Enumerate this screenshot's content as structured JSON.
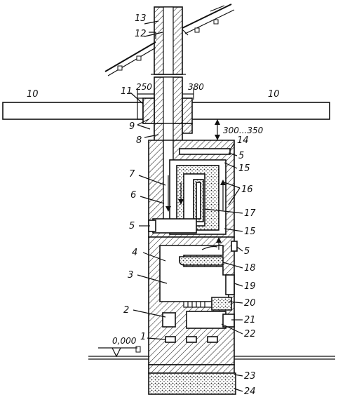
{
  "labels": {
    "l1": "1",
    "l2": "2",
    "l3": "3",
    "l4": "4",
    "l5a": "5",
    "l5b": "5",
    "l5c": "5",
    "l6": "6",
    "l7": "7",
    "l8": "8",
    "l9": "9",
    "l10a": "10",
    "l10b": "10",
    "l11": "11",
    "l12": "12",
    "l13": "13",
    "l14": "14",
    "l15a": "15",
    "l15b": "15",
    "l16": "16",
    "l17": "17",
    "l18": "18",
    "l19": "19",
    "l20": "20",
    "l21": "21",
    "l22": "22",
    "l23": "23",
    "l24": "24"
  },
  "dimensions": {
    "d250": "250",
    "d380": "380",
    "d300": "300...350",
    "level": "0,000"
  }
}
